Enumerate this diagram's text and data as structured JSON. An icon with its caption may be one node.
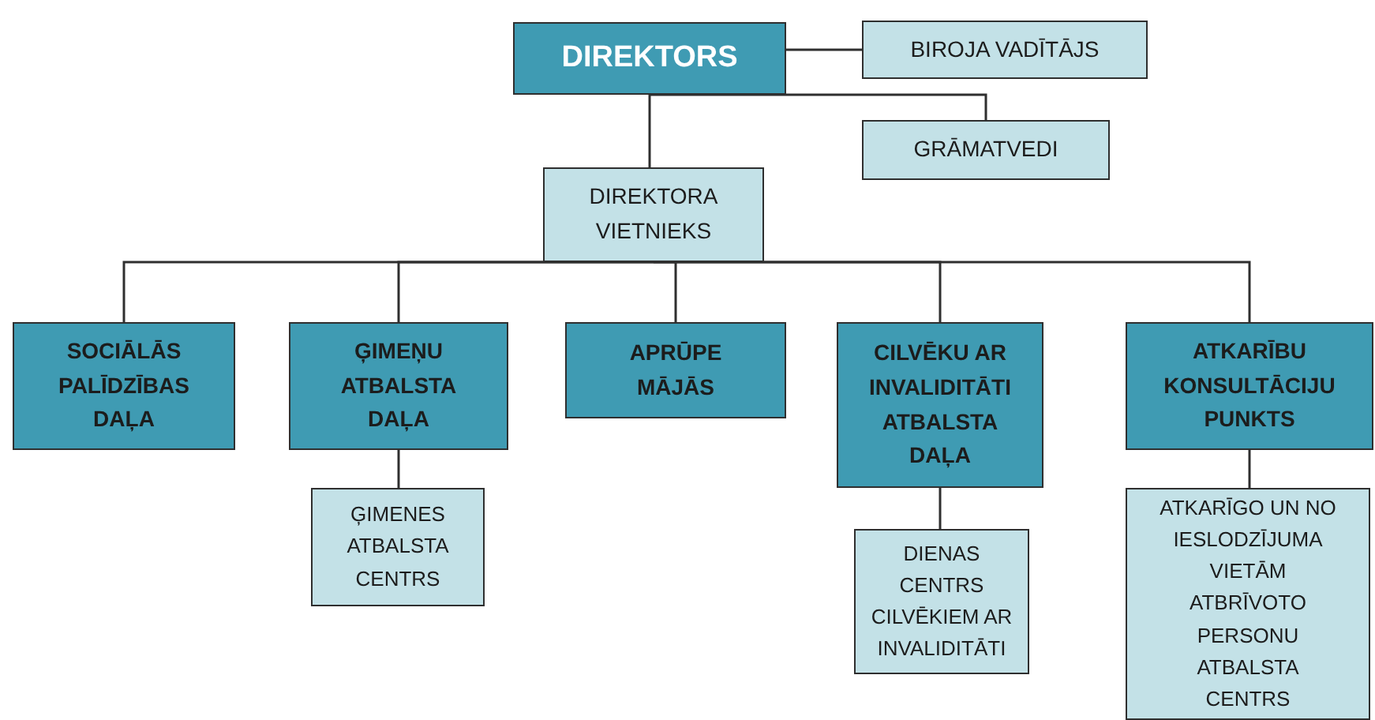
{
  "diagram": {
    "nodes": [
      {
        "text": [
          "DIREKTORS"
        ]
      },
      {
        "text": [
          "BIROJA VADĪTĀJS"
        ]
      },
      {
        "text": [
          "GRĀMATVEDI"
        ]
      },
      {
        "text": [
          "DIREKTORA VIETNIEKS"
        ]
      },
      {
        "text": [
          "SOCIĀLĀS PALĪDZĪBAS DAĻA"
        ]
      },
      {
        "text": [
          "ĢIMEŅU ATBALSTA DAĻA"
        ]
      },
      {
        "text": [
          "APRŪPE MĀJĀS"
        ]
      },
      {
        "text": [
          "CILVĒKU AR INVALIDITĀTI ATBALSTA DAĻA"
        ]
      },
      {
        "text": [
          "ATKARĪBU KONSULTĀCIJU PUNKTS"
        ]
      },
      {
        "text": [
          "ĢIMENES ATBALSTA CENTRS"
        ]
      },
      {
        "text": [
          "DIENAS CENTRS CILVĒKIEM AR INVALIDITĀTI"
        ]
      },
      {
        "text": [
          "ATKARĪGO UN NO IESLODZĪJUMA VIETĀM ATBRĪVOTO PERSONU ATBALSTA CENTRS"
        ]
      }
    ],
    "edges": [
      {
        "from": 0,
        "to": 1,
        "arrow": "none"
      },
      {
        "from": 0,
        "to": 2,
        "arrow": "none"
      },
      {
        "from": 0,
        "to": 3,
        "arrow": "none"
      },
      {
        "from": 3,
        "to": 4,
        "arrow": "none"
      },
      {
        "from": 3,
        "to": 5,
        "arrow": "none"
      },
      {
        "from": 3,
        "to": 6,
        "arrow": "none"
      },
      {
        "from": 3,
        "to": 7,
        "arrow": "none"
      },
      {
        "from": 3,
        "to": 8,
        "arrow": "none"
      },
      {
        "from": 5,
        "to": 9,
        "arrow": "none"
      },
      {
        "from": 7,
        "to": 10,
        "arrow": "none"
      },
      {
        "from": 8,
        "to": 11,
        "arrow": "none"
      }
    ]
  }
}
